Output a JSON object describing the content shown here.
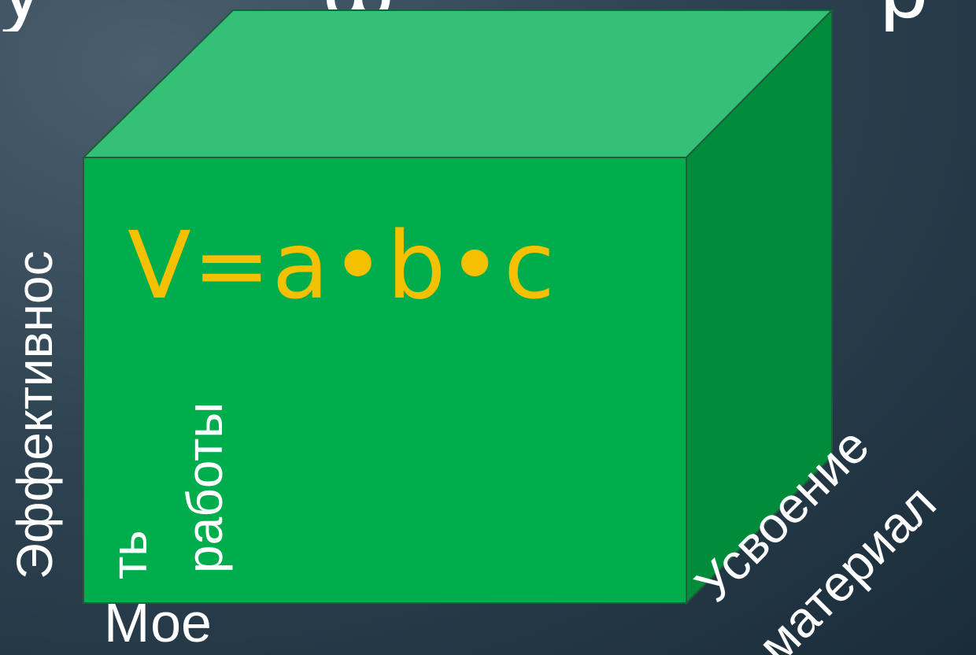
{
  "formula": "V=a•b•c",
  "labels": {
    "effectiveness": "Эффективнос",
    "effectiveness_tail": "ть",
    "work": "работы",
    "my": "Мое",
    "assimilation": "Усвоение",
    "material": "материал"
  },
  "colors": {
    "background": "#2f4453",
    "front_face": "#00ad4c",
    "top_face": "#34c177",
    "side_face": "#008c3b",
    "formula": "#f5c000",
    "text": "#ffffff"
  }
}
